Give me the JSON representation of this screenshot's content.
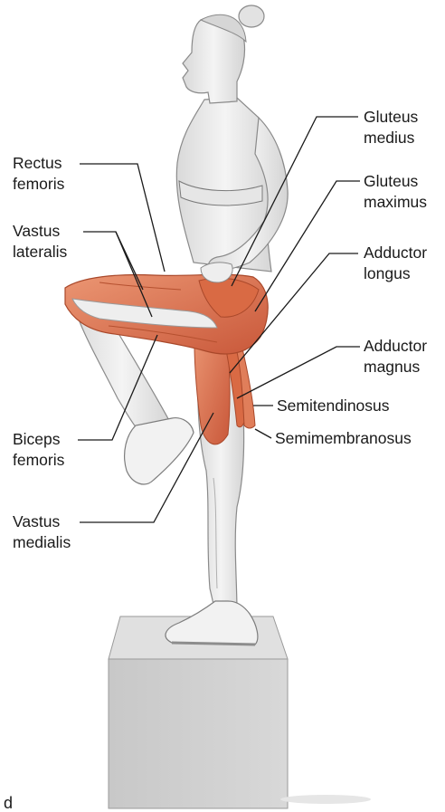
{
  "labels": {
    "rectus_femoris": [
      "Rectus",
      "femoris"
    ],
    "vastus_lateralis": [
      "Vastus",
      "lateralis"
    ],
    "biceps_femoris": [
      "Biceps",
      "femoris"
    ],
    "vastus_medialis": [
      "Vastus",
      "medialis"
    ],
    "gluteus_medius": [
      "Gluteus",
      "medius"
    ],
    "gluteus_maximus": [
      "Gluteus",
      "maximus"
    ],
    "adductor_longus": [
      "Adductor",
      "longus"
    ],
    "adductor_magnus": [
      "Adductor",
      "magnus"
    ],
    "semitendinosus": "Semitendinosus",
    "semimembranosus": "Semimembranosus"
  },
  "corner_mark": "d",
  "colors": {
    "muscle": "#e07a55",
    "muscle_dark": "#c4532f",
    "skin": "#ededed",
    "outline": "#8a8a8a",
    "box_front": "#cfcfcf",
    "box_top": "#e2e2e2",
    "leader": "#1a1a1a"
  }
}
